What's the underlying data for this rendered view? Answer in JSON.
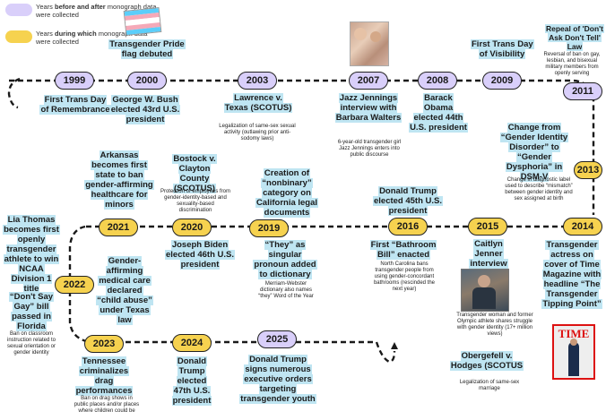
{
  "legend": {
    "before_after": "Years before and after monograph data were collected",
    "before_after_bold": "before and after",
    "during": "Years during which monograph data were collected",
    "during_bold": "during which",
    "before_color": "#d9cffa",
    "during_color": "#f6d24f"
  },
  "years": {
    "y1999": "1999",
    "y2000": "2000",
    "y2003": "2003",
    "y2007": "2007",
    "y2008": "2008",
    "y2009": "2009",
    "y2011": "2011",
    "y2013": "2013",
    "y2014": "2014",
    "y2015": "2015",
    "y2016": "2016",
    "y2019": "2019",
    "y2020": "2020",
    "y2021": "2021",
    "y2022": "2022",
    "y2023": "2023",
    "y2024": "2024",
    "y2025": "2025"
  },
  "events": {
    "e1999": "First Trans Day of Remembrance",
    "e2000_top": "Transgender Pride flag debuted",
    "e2000_bottom": "George W. Bush elected 43rd U.S. president",
    "e2003": "Lawrence v. Texas (SCOTUS)",
    "e2007": "Jazz Jennings interview with Barbara Walters",
    "e2008": "Barack Obama elected 44th U.S. president",
    "e2009": "First Trans Day of Visibility",
    "e2011": "Repeal of 'Don't Ask Don't Tell' Law",
    "e2013": "Change from “Gender Identity Disorder” to “Gender Dysphoria” in DSM-V",
    "e2014": "Transgender actress on cover of Time Magazine with headline “The Transgender Tipping Point”",
    "e2015_top": "Caitlyn Jenner interview",
    "e2015_bottom": "Obergefell v. Hodges (SCOTUS",
    "e2016_top": "Donald Trump elected 45th U.S. president",
    "e2016_bottom": "First “Bathroom Bill” enacted",
    "e2019_top": "Creation of “nonbinary” category on California legal documents",
    "e2019_bottom": "“They” as singular pronoun added to dictionary",
    "e2020_top": "Bostock v. Clayton County (SCOTUS)",
    "e2020_bottom": "Joseph Biden elected 46th U.S. president",
    "e2021": "Arkansas becomes first state to ban gender-affirming healthcare for minors",
    "e2022_a": "Lia Thomas becomes first openly transgender athlete to win NCAA Division 1 title",
    "e2022_b": "“Don't Say Gay” bill passed in Florida",
    "e2022_c": "Gender-affirming medical care declared “child abuse” under Texas law",
    "e2023": "Tennessee criminalizes drag performances",
    "e2024": "Donald Trump elected 47th U.S. president",
    "e2025": "Donald Trump signs numerous executive orders targeting transgender youth"
  },
  "notes": {
    "n2003": "Legalization of same-sex sexual activity (outlawing prior anti-sodomy laws)",
    "n2007": "6-year-old transgender girl Jazz Jennings enters into public discourse",
    "n2011": "Reversal of ban on gay, lesbian, and bisexual military members from openly serving",
    "n2013": "Change in diagnostic label used to describe “mismatch” between gender identity and sex assigned at birth",
    "n2015_top": "Transgender woman and former Olympic athlete shares struggle with gender identity (17+ million views)",
    "n2015_bottom": "Legalization of same-sex marriage",
    "n2016": "North Carolina bans transgender people from using gender-concordant bathrooms (rescinded the next year)",
    "n2019": "Merriam-Webster dictionary also names “they” Word of the Year",
    "n2020": "Protection of employees from gender-identity-based and sexuality-based discrimination",
    "n2022": "Ban on classroom instruction related to sexual orientation or gender identity",
    "n2023": "Ban on drag shows in public places and/or places where children could be"
  },
  "images": {
    "time_masthead": "TIME",
    "photo_2007": "interview-photo",
    "photo_2015": "athlete-photo",
    "flag": "transgender-pride-flag"
  }
}
